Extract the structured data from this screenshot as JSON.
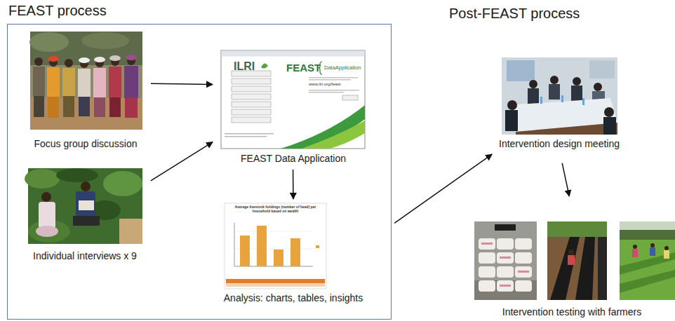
{
  "diagram": {
    "nodes": [
      {
        "text": [
          "FEAST process"
        ]
      },
      {
        "text": [
          "Focus group discussion"
        ],
        "in": 0
      },
      {
        "text": [
          "Individual interviews x 9"
        ],
        "in": 0
      },
      {
        "text": [
          "FEAST Data Application"
        ],
        "in": 0
      },
      {
        "text": [
          "Analysis: charts, tables, insights"
        ],
        "in": 0
      },
      {
        "text": [
          "Intervention design meeting"
        ]
      },
      {
        "text": [
          "Intervention testing with farmers"
        ]
      }
    ],
    "edges": [
      {
        "from": 1,
        "to": 3,
        "arrow": "to"
      },
      {
        "from": 2,
        "to": 3,
        "arrow": "to"
      },
      {
        "from": 3,
        "to": 4,
        "arrow": "to"
      },
      {
        "from": 4,
        "to": 5,
        "arrow": "to"
      },
      {
        "from": 5,
        "to": 6,
        "arrow": "to"
      }
    ],
    "labels": [
      "Post-FEAST process",
      "ILRI",
      "FEAST",
      "DataApplication",
      "www.ilri.org/feast",
      "Average livestock holdings (number of head) per household based on wealth"
    ]
  }
}
